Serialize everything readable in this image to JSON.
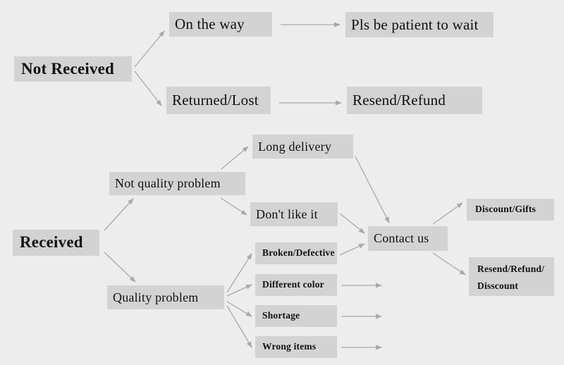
{
  "diagram": {
    "title": "Order issue resolution flowchart",
    "colors": {
      "background": "#ededed",
      "node_fill": "#d3d3d3",
      "text": "#111111",
      "arrow": "#a9a9a9"
    },
    "nodes": {
      "not_received": "Not Received",
      "on_the_way": "On the way",
      "pls_wait": "Pls be patient to wait",
      "returned_lost": "Returned/Lost",
      "resend_refund": "Resend/Refund",
      "received": "Received",
      "not_quality_problem": "Not quality problem",
      "quality_problem": "Quality problem",
      "long_delivery": "Long delivery",
      "dont_like_it": "Don't like it",
      "broken_defective": "Broken/Defective",
      "different_color": "Different color",
      "shortage": "Shortage",
      "wrong_items": "Wrong items",
      "contact_us": "Contact us",
      "discount_gifts": "Discount/Gifts",
      "resend_refund_discount": "Resend/Refund/\nDisscount"
    },
    "edges": [
      {
        "from": "not_received",
        "to": "on_the_way",
        "style": "arrow"
      },
      {
        "from": "not_received",
        "to": "returned_lost",
        "style": "arrow"
      },
      {
        "from": "on_the_way",
        "to": "pls_wait",
        "style": "arrow"
      },
      {
        "from": "returned_lost",
        "to": "resend_refund",
        "style": "arrow"
      },
      {
        "from": "received",
        "to": "not_quality_problem",
        "style": "arrow"
      },
      {
        "from": "received",
        "to": "quality_problem",
        "style": "arrow"
      },
      {
        "from": "not_quality_problem",
        "to": "long_delivery",
        "style": "arrow"
      },
      {
        "from": "not_quality_problem",
        "to": "dont_like_it",
        "style": "arrow"
      },
      {
        "from": "quality_problem",
        "to": "broken_defective",
        "style": "arrow"
      },
      {
        "from": "quality_problem",
        "to": "different_color",
        "style": "arrow"
      },
      {
        "from": "quality_problem",
        "to": "shortage",
        "style": "arrow"
      },
      {
        "from": "quality_problem",
        "to": "wrong_items",
        "style": "arrow"
      },
      {
        "from": "long_delivery",
        "to": "contact_us",
        "style": "arrow"
      },
      {
        "from": "dont_like_it",
        "to": "contact_us",
        "style": "arrow"
      },
      {
        "from": "broken_defective",
        "to": "contact_us",
        "style": "arrow"
      },
      {
        "from": "different_color",
        "to": "contact_us",
        "style": "arrow"
      },
      {
        "from": "shortage",
        "to": "contact_us",
        "style": "arrow"
      },
      {
        "from": "wrong_items",
        "to": "contact_us",
        "style": "arrow"
      },
      {
        "from": "contact_us",
        "to": "discount_gifts",
        "style": "arrow"
      },
      {
        "from": "contact_us",
        "to": "resend_refund_discount",
        "style": "arrow"
      }
    ]
  }
}
